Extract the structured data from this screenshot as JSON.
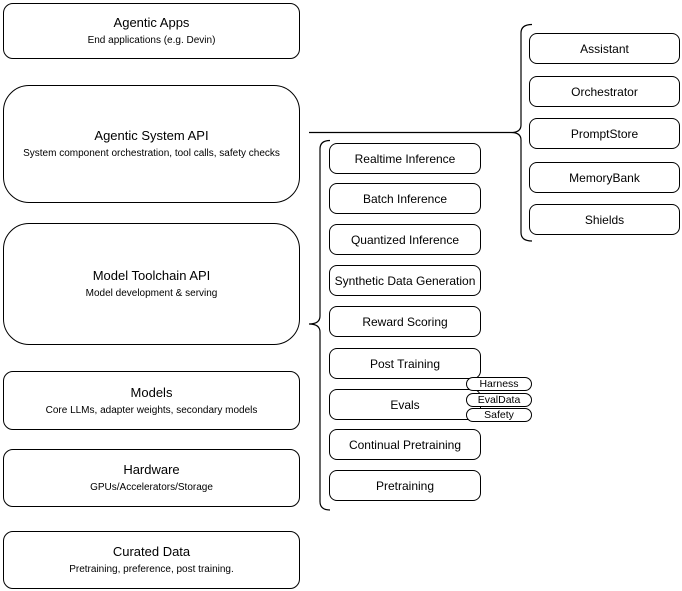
{
  "colors": {
    "border": "#000000",
    "fill": "#ffffff",
    "text": "#000000"
  },
  "stack": [
    {
      "title": "Agentic Apps",
      "subtitle": "End applications (e.g. Devin)"
    },
    {
      "title": "Agentic System API",
      "subtitle": "System component orchestration, tool calls, safety checks"
    },
    {
      "title": "Model Toolchain API",
      "subtitle": "Model development & serving"
    },
    {
      "title": "Models",
      "subtitle": "Core LLMs, adapter weights, secondary models"
    },
    {
      "title": "Hardware",
      "subtitle": "GPUs/Accelerators/Storage"
    },
    {
      "title": "Curated Data",
      "subtitle": "Pretraining, preference, post training."
    }
  ],
  "toolchain": {
    "items": [
      "Realtime Inference",
      "Batch Inference",
      "Quantized Inference",
      "Synthetic Data Generation",
      "Reward Scoring",
      "Post Training",
      "Evals",
      "Continual Pretraining",
      "Pretraining"
    ]
  },
  "evals_tags": [
    "Harness",
    "EvalData",
    "Safety"
  ],
  "system_components": [
    "Assistant",
    "Orchestrator",
    "PromptStore",
    "MemoryBank",
    "Shields"
  ]
}
